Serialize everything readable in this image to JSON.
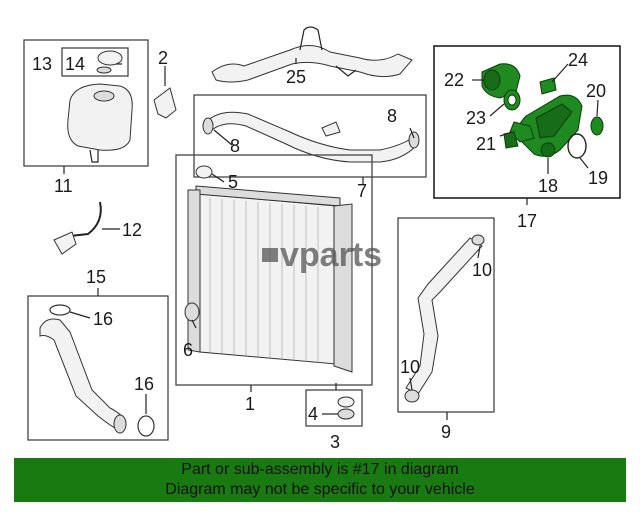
{
  "callouts": {
    "c1": "1",
    "c2": "2",
    "c3": "3",
    "c4": "4",
    "c5": "5",
    "c6": "6",
    "c7": "7",
    "c8a": "8",
    "c8b": "8",
    "c9": "9",
    "c10a": "10",
    "c10b": "10",
    "c11": "11",
    "c12": "12",
    "c13": "13",
    "c14": "14",
    "c15": "15",
    "c16a": "16",
    "c16b": "16",
    "c17": "17",
    "c18": "18",
    "c19": "19",
    "c20": "20",
    "c21": "21",
    "c22": "22",
    "c23": "23",
    "c24": "24",
    "c25": "25"
  },
  "watermark": {
    "text": "vparts"
  },
  "highlight_color": "#1f8a1f",
  "banner": {
    "line1": "Part or sub-assembly is #17 in diagram",
    "line2": "Diagram may not be specific to your vehicle",
    "color": "#1a7a12"
  }
}
